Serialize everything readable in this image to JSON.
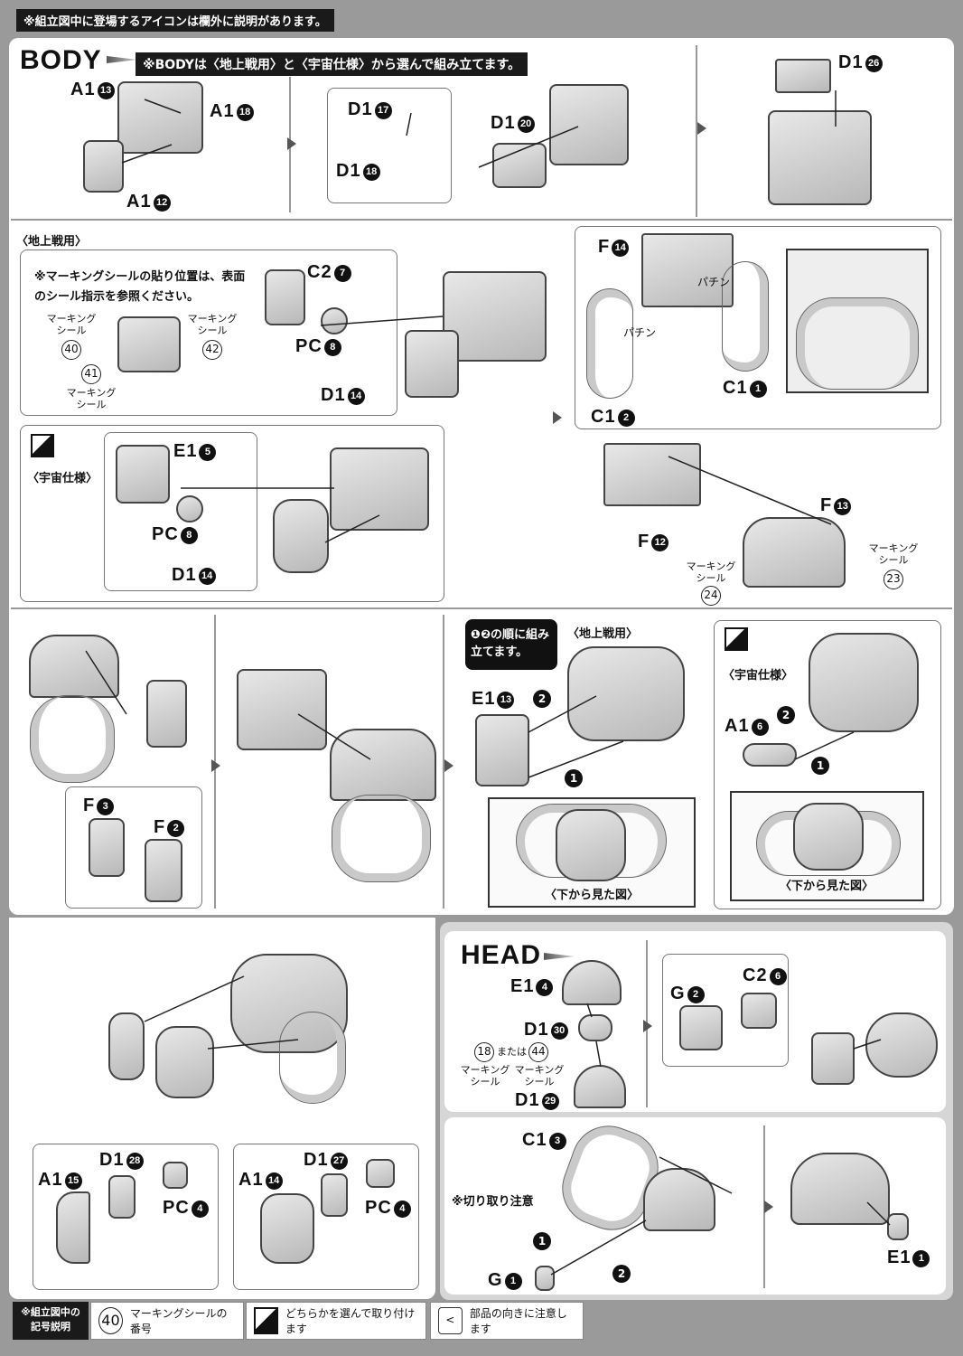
{
  "header": {
    "notice": "※組立図中に登場するアイコンは欄外に説明があります。"
  },
  "body": {
    "title": "BODY",
    "note": "※BODYは〈地上戦用〉と〈宇宙仕様〉から選んで組み立てます。",
    "ground": "〈地上戦用〉",
    "space": "〈宇宙仕様〉",
    "marking_note": "※マーキングシールの貼り位置は、表面のシール指示を参照ください。",
    "marking_label": "マーキングシール",
    "order_note": "❶❷の順に組み立てます。",
    "bottom_view": "〈下から見た図〉",
    "pachin": "パチン"
  },
  "labels": {
    "a1_13": "A1",
    "a1_18": "A1",
    "a1_12": "A1",
    "d1_17": "D1",
    "d1_18": "D1",
    "d1_20": "D1",
    "d1_26": "D1",
    "c2_7": "C2",
    "pc_8": "PC",
    "d1_14": "D1",
    "e1_5": "E1",
    "pc_8b": "PC",
    "d1_14b": "D1",
    "f14": "F",
    "c1_1": "C1",
    "c1_2": "C1",
    "f13": "F",
    "f12": "F",
    "f3": "F",
    "f2": "F",
    "e1_13": "E1",
    "a1_6": "A1",
    "d1_28": "D1",
    "a1_15": "A1",
    "pc_4": "PC",
    "d1_27": "D1",
    "a1_14": "A1",
    "pc_4b": "PC"
  },
  "nums": {
    "a1_13": "13",
    "a1_18": "18",
    "a1_12": "12",
    "d1_17": "17",
    "d1_18": "18",
    "d1_20": "20",
    "d1_26": "26",
    "c2_7": "7",
    "pc_8": "8",
    "d1_14": "14",
    "e1_5": "5",
    "pc_8b": "8",
    "d1_14b": "14",
    "f14": "14",
    "c1_1": "1",
    "c1_2": "2",
    "f13": "13",
    "f12": "12",
    "f3": "3",
    "f2": "2",
    "e1_13": "13",
    "a1_6": "6",
    "d1_28": "28",
    "a1_15": "15",
    "pc_4": "4",
    "d1_27": "27",
    "a1_14": "14",
    "pc_4b": "4"
  },
  "stickers": {
    "s40": "40",
    "s42": "42",
    "s41": "41",
    "s23": "23",
    "s24": "24",
    "s18": "18",
    "s44": "44"
  },
  "head": {
    "title": "HEAD",
    "e1_4": "E1",
    "n4": "4",
    "d1_30": "D1",
    "n30": "30",
    "or": "または",
    "d1_29": "D1",
    "n29": "29",
    "g2": "G",
    "n2": "2",
    "c2_6": "C2",
    "n6": "6",
    "c1_3": "C1",
    "n3": "3",
    "cut_note": "※切り取り注意",
    "g1": "G",
    "n1": "1",
    "e1_1": "E1",
    "n1b": "1"
  },
  "legend": {
    "title": "※組立図中の記号説明",
    "sticker_num": "40",
    "sticker_text": "マーキングシールの番号",
    "choice_text": "どちらかを選んで取り付けます",
    "direction_text": "部品の向きに注意します",
    "direction_icon": "<"
  }
}
